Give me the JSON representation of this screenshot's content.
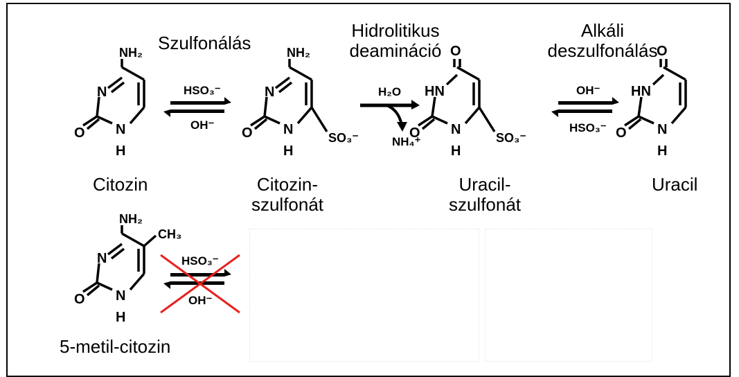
{
  "molecules": {
    "citozin": {
      "name": "Citozin",
      "nh2": "NH₂",
      "n": "N",
      "o": "O",
      "nh": "N",
      "h": "H"
    },
    "citozin_szulfonat": {
      "name_line1": "Citozin-",
      "name_line2": "szulfonát",
      "nh2": "NH₂",
      "n": "N",
      "o": "O",
      "nh": "N",
      "h": "H",
      "so3": "SO₃⁻"
    },
    "uracil_szulfonat": {
      "name_line1": "Uracil-",
      "name_line2": "szulfonát",
      "o_top": "O",
      "hn": "HN",
      "o": "O",
      "nh": "N",
      "h": "H",
      "so3": "SO₃⁻"
    },
    "uracil": {
      "name": "Uracil",
      "o_top": "O",
      "hn": "HN",
      "o": "O",
      "nh": "N",
      "h": "H"
    },
    "metil_citozin": {
      "name": "5-metil-citozin",
      "nh2": "NH₂",
      "ch3": "CH₃",
      "n": "N",
      "o": "O",
      "nh": "N",
      "h": "H"
    }
  },
  "steps": {
    "sulfonation": {
      "title": "Szulfonálás",
      "forward": "HSO₃⁻",
      "backward": "OH⁻"
    },
    "deamination": {
      "title_line1": "Hidrolitikus",
      "title_line2": "deamináció",
      "reagent": "H₂O",
      "product": "NH₄⁺"
    },
    "desulfonation": {
      "title_line1": "Alkáli",
      "title_line2": "deszulfonálás",
      "forward": "OH⁻",
      "backward": "HSO₃⁻"
    },
    "blocked": {
      "forward": "HSO₃⁻",
      "backward": "OH⁻",
      "blocked_color": "#e8201e"
    }
  }
}
